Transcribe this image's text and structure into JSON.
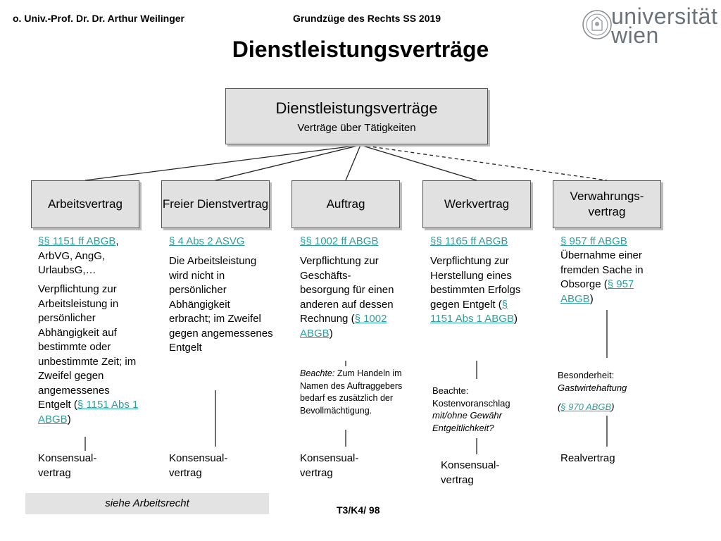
{
  "header": {
    "author": "o. Univ.-Prof. Dr. Dr. Arthur Weilinger",
    "course": "Grundzüge des Rechts SS 2019"
  },
  "logo": {
    "line1": "universität",
    "line2": "wien"
  },
  "title": "Dienstleistungsverträge",
  "root": {
    "title": "Dienstleistungsverträge",
    "subtitle": "Verträge über Tätigkeiten"
  },
  "categories": [
    {
      "label": "Arbeitsvertrag"
    },
    {
      "label": "Freier Dienstvertrag"
    },
    {
      "label": "Auftrag"
    },
    {
      "label": "Werkvertrag"
    },
    {
      "label": "Verwahrungs-vertrag"
    }
  ],
  "col1": {
    "ref": "§§ 1151 ff ABGB",
    "ref_rest": ", ArbVG, AngG, UrlaubsG,…",
    "desc": "Verpflichtung zur Arbeitsleistung in persönlicher Abhängigkeit auf bestimmte oder unbestimmte Zeit; im Zweifel gegen angemessenes Entgelt",
    "open": "(",
    "cite": "§ 1151 Abs 1 ABGB",
    "close": ")",
    "type": "Konsensual-vertrag"
  },
  "col2": {
    "ref": "§ 4 Abs 2 ASVG",
    "desc": "Die Arbeitsleistung wird nicht in persönlicher Abhängigkeit erbracht; im Zweifel gegen angemessenes Entgelt",
    "type": "Konsensual-vertrag"
  },
  "col3": {
    "ref": "§§ 1002 ff ABGB",
    "desc": "Verpflichtung zur Geschäfts-besorgung für einen anderen auf dessen Rechnung",
    "open": "(",
    "cite": "§ 1002 ABGB",
    "close": ")",
    "note_label": "Beachte:",
    "note": " Zum Handeln im Namen des Auftraggebers bedarf es zusätzlich der Bevollmächtigung.",
    "type": "Konsensual-vertrag"
  },
  "col4": {
    "ref": "§§ 1165 ff ABGB",
    "desc": "Verpflichtung zur Herstellung eines bestimmten Erfolgs gegen Entgelt",
    "open": "(",
    "cite": "§ 1151 Abs 1 ABGB",
    "close": ")",
    "note_label": "Beachte:",
    "note_line": "Kostenvoranschlag",
    "note_italic": "mit/ohne Gewähr Entgeltlichkeit?",
    "type": "Konsensual-vertrag"
  },
  "col5": {
    "ref": "§ 957 ff ABGB",
    "desc": "Übernahme einer fremden Sache in Obsorge",
    "open": "(",
    "cite": "§ 957 ABGB",
    "close": ")",
    "special_label": "Besonderheit:",
    "special": "Gastwirtehaftung",
    "special_open": "(",
    "special_cite": "§ 970 ABGB",
    "special_close": ")",
    "type": "Realvertrag"
  },
  "footer": {
    "note": "siehe Arbeitsrecht",
    "page": "T3/K4/ 98"
  }
}
